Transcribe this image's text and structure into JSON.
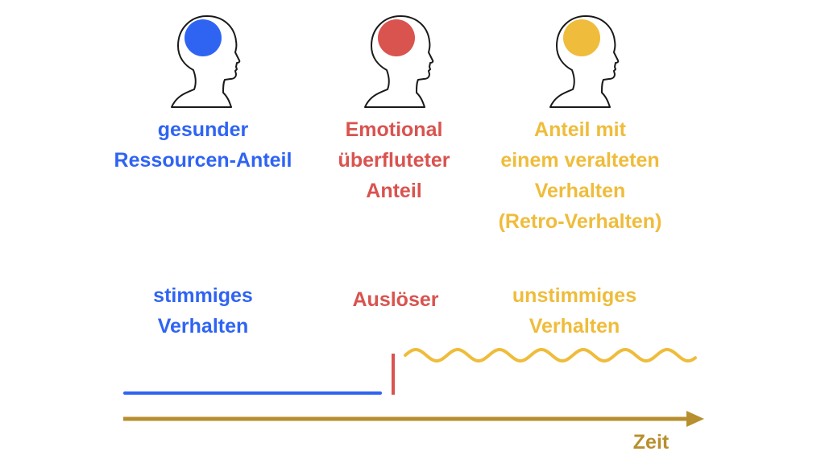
{
  "colors": {
    "blue": "#2f64f3",
    "red": "#d9534f",
    "yellow": "#efbc3b",
    "timeline": "#b88f2e"
  },
  "parts": [
    {
      "lines": [
        "gesunder",
        "Ressourcen-Anteil"
      ],
      "color": "blue",
      "icon": "head-profile-icon"
    },
    {
      "lines": [
        "Emotional",
        "überfluteter",
        "Anteil"
      ],
      "color": "red",
      "icon": "head-profile-icon"
    },
    {
      "lines": [
        "Anteil mit",
        "einem veralteten",
        "Verhalten",
        "(Retro-Verhalten)"
      ],
      "color": "yellow",
      "icon": "head-profile-icon"
    }
  ],
  "behaviors": {
    "consistent": [
      "stimmiges",
      "Verhalten"
    ],
    "trigger": "Auslöser",
    "inconsistent": [
      "unstimmiges",
      "Verhalten"
    ]
  },
  "timeline": {
    "label": "Zeit"
  }
}
